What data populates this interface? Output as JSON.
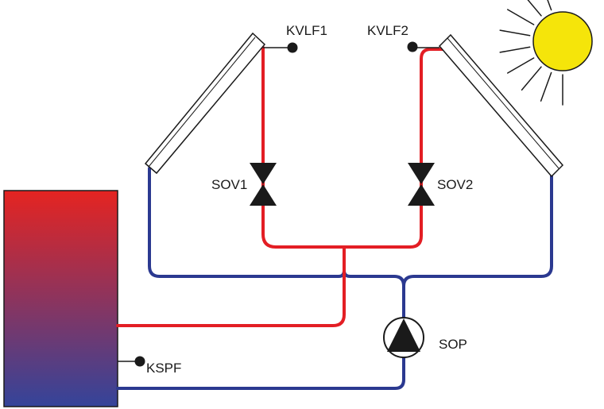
{
  "labels": {
    "kvlf1": "KVLF1",
    "kvlf2": "KVLF2",
    "sov1": "SOV1",
    "sov2": "SOV2",
    "sop": "SOP",
    "kspf": "KSPF"
  },
  "colors": {
    "hot_pipe": "#e31e24",
    "cold_pipe": "#2b3990",
    "sun_fill": "#f5e50a",
    "sun_stroke": "#1a1a1a",
    "tank_top": "#e52421",
    "tank_bottom": "#34449a",
    "collector": "#ffffff",
    "outline": "#1a1a1a"
  },
  "icons": {
    "sun": "sun-icon",
    "pump": "pump-icon",
    "valve": "valve-icon",
    "sensor": "sensor-dot-icon"
  }
}
